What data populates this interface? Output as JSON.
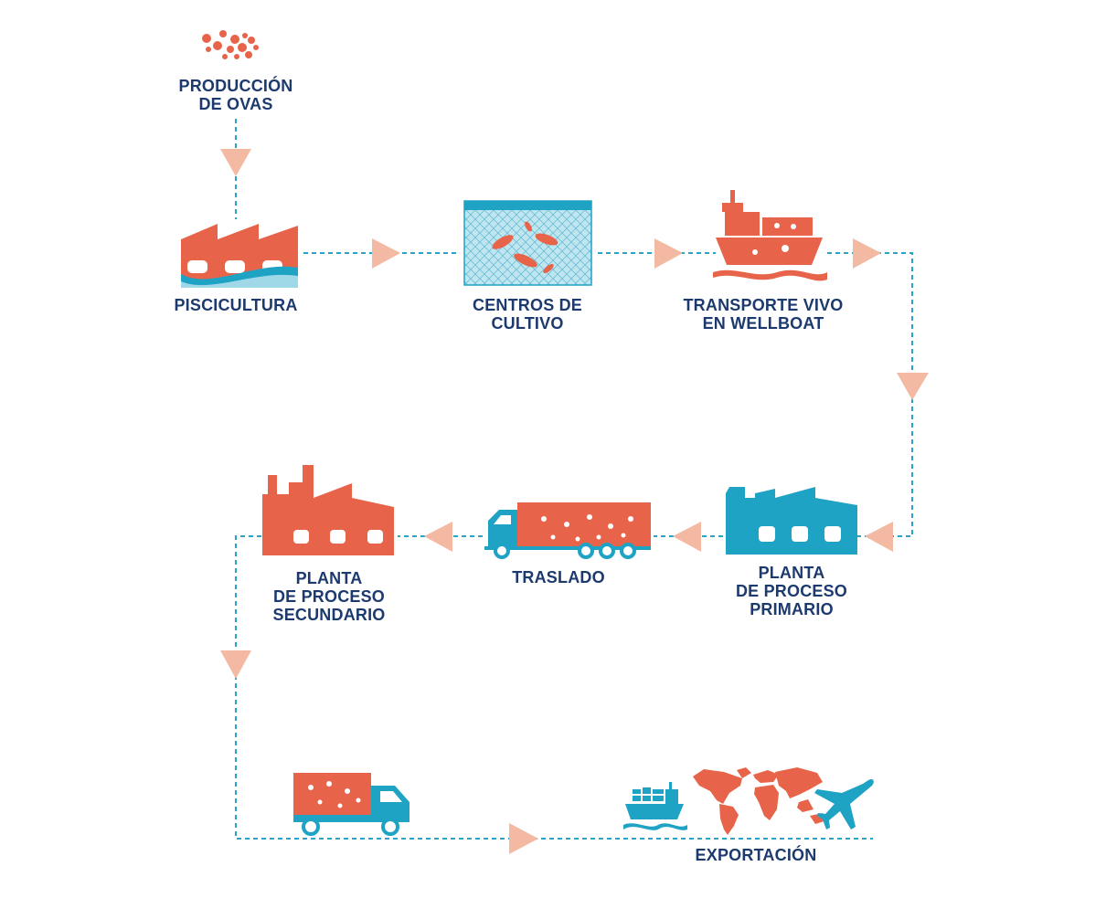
{
  "colors": {
    "orange": "#e7644a",
    "blue": "#1fa3c4",
    "light_blue": "#9fd8e6",
    "arrow": "#f4b9a2",
    "dash": "#2aa3c6",
    "text": "#1c3a6e"
  },
  "nodes": {
    "ovas": {
      "icon": "eggs-icon",
      "line1": "PRODUCCIÓN",
      "line2": "DE OVAS"
    },
    "piscicultura": {
      "icon": "hatchery-factory-icon",
      "line1": "PISCICULTURA"
    },
    "centros": {
      "icon": "fish-net-pen-icon",
      "line1": "CENTROS DE",
      "line2": "CULTIVO"
    },
    "wellboat": {
      "icon": "wellboat-ship-icon",
      "line1": "TRANSPORTE VIVO",
      "line2": "EN WELLBOAT"
    },
    "primario": {
      "icon": "primary-plant-factory-icon",
      "line1": "PLANTA",
      "line2": "DE PROCESO",
      "line3": "PRIMARIO"
    },
    "traslado": {
      "icon": "transfer-truck-icon",
      "line1": "TRASLADO"
    },
    "secundario": {
      "icon": "secondary-plant-factory-icon",
      "line1": "PLANTA",
      "line2": "DE PROCESO",
      "line3": "SECUNDARIO"
    },
    "delivery": {
      "icon": "delivery-truck-icon"
    },
    "exportacion": {
      "icons": [
        "cargo-ship-icon",
        "world-map-icon",
        "airplane-icon"
      ],
      "line1": "EXPORTACIÓN"
    }
  }
}
